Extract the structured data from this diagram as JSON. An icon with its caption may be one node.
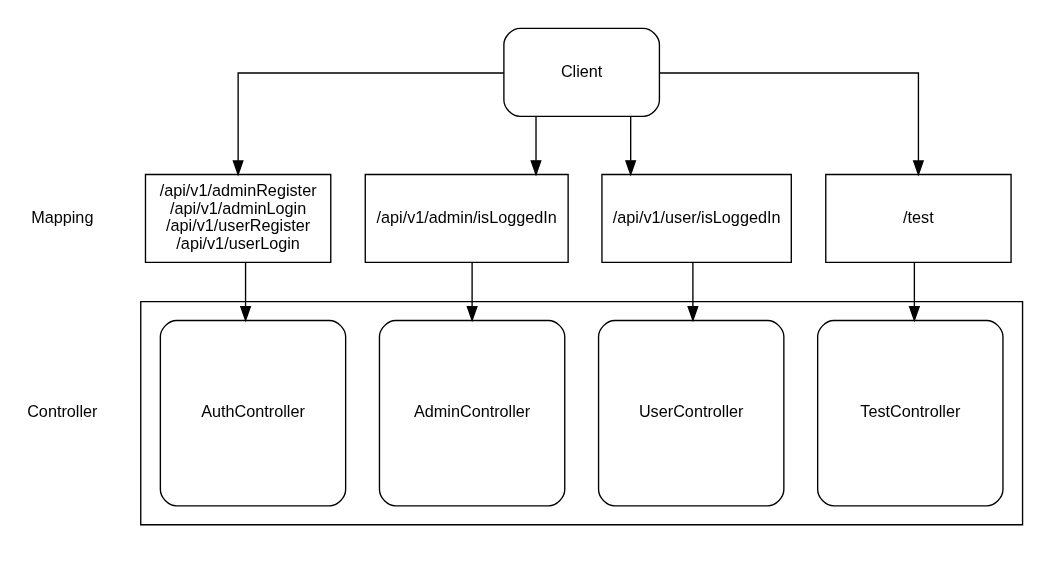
{
  "diagram": {
    "nodes": [
      {
        "text": [
          "Client"
        ]
      },
      {
        "text": [
          "/api/v1/adminRegister",
          "/api/v1/adminLogin",
          "/api/v1/userRegister",
          "/api/v1/userLogin"
        ]
      },
      {
        "text": [
          "/api/v1/admin/isLoggedIn"
        ]
      },
      {
        "text": [
          "/api/v1/user/isLoggedIn"
        ]
      },
      {
        "text": [
          "/test"
        ]
      },
      {
        "text": [],
        "shape": "box"
      },
      {
        "text": [
          "AuthController"
        ],
        "in": 5
      },
      {
        "text": [
          "AdminController"
        ],
        "in": 5
      },
      {
        "text": [
          "UserController"
        ],
        "in": 5
      },
      {
        "text": [
          "TestController"
        ],
        "in": 5
      }
    ],
    "edges": [
      {
        "from": 0,
        "to": 1,
        "arrow": "to"
      },
      {
        "from": 0,
        "to": 2,
        "arrow": "to"
      },
      {
        "from": 0,
        "to": 3,
        "arrow": "to"
      },
      {
        "from": 0,
        "to": 4,
        "arrow": "to"
      },
      {
        "from": 1,
        "to": 6,
        "arrow": "to"
      },
      {
        "from": 2,
        "to": 7,
        "arrow": "to"
      },
      {
        "from": 3,
        "to": 8,
        "arrow": "to"
      },
      {
        "from": 4,
        "to": 9,
        "arrow": "to"
      }
    ],
    "labels": [
      "Mapping",
      "Controller"
    ]
  }
}
